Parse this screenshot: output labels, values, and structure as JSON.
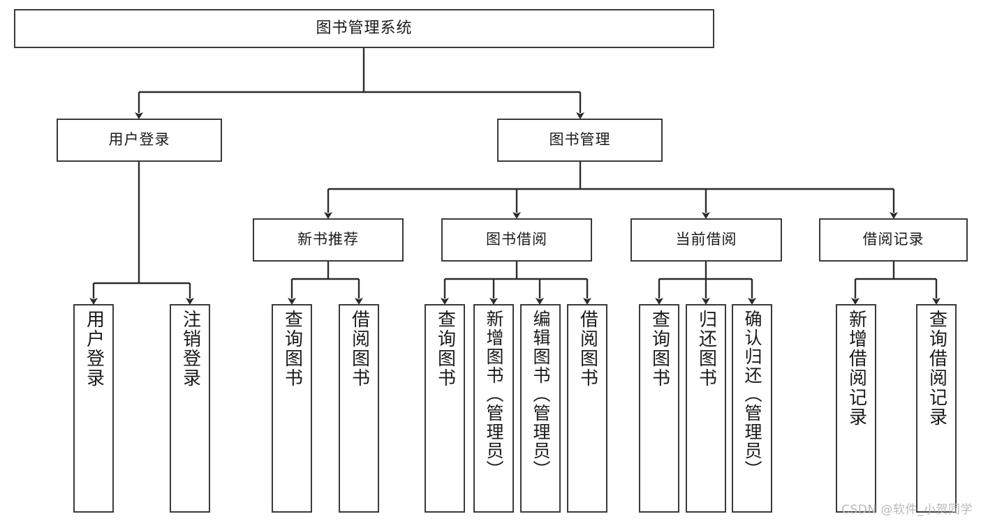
{
  "diagram": {
    "type": "tree",
    "title": "图书管理系统",
    "orientation": "top-down",
    "colors": {
      "box_border": "#3a3a3a",
      "box_fill": "#ffffff",
      "connector": "#2b2b2b",
      "text": "#1a1a1a",
      "watermark": "#b9b9b9",
      "background": "#ffffff"
    }
  },
  "root": {
    "label": "图书管理系统"
  },
  "level2": [
    {
      "label": "用户登录"
    },
    {
      "label": "图书管理"
    }
  ],
  "level3": [
    {
      "label": "新书推荐"
    },
    {
      "label": "图书借阅"
    },
    {
      "label": "当前借阅"
    },
    {
      "label": "借阅记录"
    }
  ],
  "leaves": {
    "user_login": [
      {
        "label": "用户登录"
      },
      {
        "label": "注销登录"
      }
    ],
    "new_book": [
      {
        "label": "查询图书"
      },
      {
        "label": "借阅图书"
      }
    ],
    "book_borrow": [
      {
        "label": "查询图书"
      },
      {
        "label": "新增图书（管理员）"
      },
      {
        "label": "编辑图书（管理员）"
      },
      {
        "label": "借阅图书"
      }
    ],
    "current_borrow": [
      {
        "label": "查询图书"
      },
      {
        "label": "归还图书"
      },
      {
        "label": "确认归还（管理员）"
      }
    ],
    "borrow_record": [
      {
        "label": "新增借阅记录"
      },
      {
        "label": "查询借阅记录"
      }
    ]
  },
  "watermark": {
    "text": "CSDN @软件_小贺同学"
  }
}
